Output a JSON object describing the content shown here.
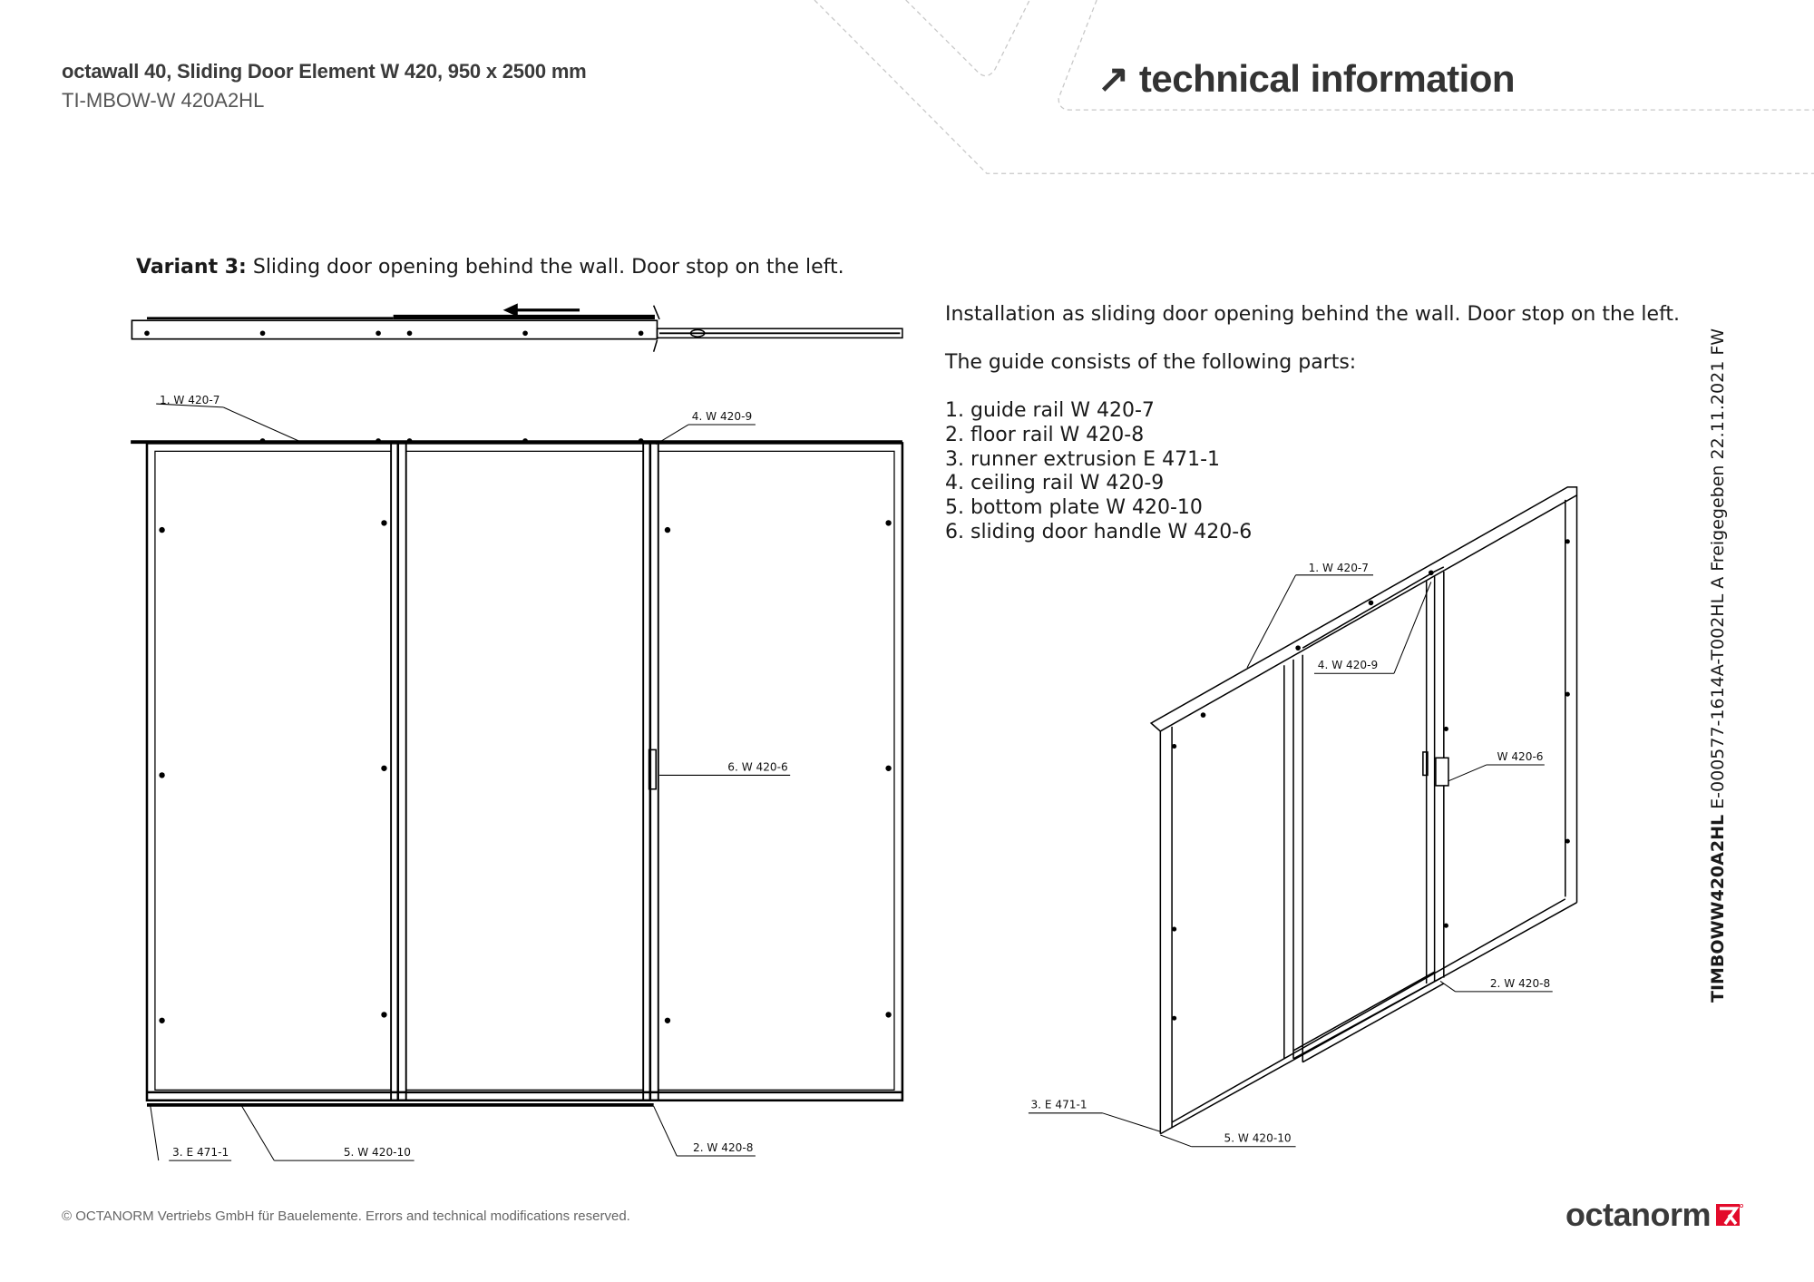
{
  "header": {
    "title": "octawall 40, Sliding Door Element W 420, 950 x 2500 mm",
    "code": "TI-MBOW-W 420A2HL",
    "section_arrow": "↗",
    "section_title": "technical information"
  },
  "variant": {
    "label": "Variant 3:",
    "text": "Sliding door opening behind the wall. Door stop on the left."
  },
  "description": {
    "intro": "Installation as sliding door opening behind the wall. Door stop on the left.",
    "parts_heading": "The guide consists of the following parts:",
    "parts": [
      "1. guide rail W 420-7",
      "2. floor rail W 420-8",
      "3. runner extrusion E 471-1",
      "4. ceiling rail W 420-9",
      "5. bottom plate W 420-10",
      "6. sliding door handle W 420-6"
    ]
  },
  "front_labels": {
    "l1": "1. W 420-7",
    "l4": "4. W 420-9",
    "l6": "6. W 420-6",
    "l3": "3. E 471-1",
    "l5": "5. W 420-10",
    "l2": "2. W 420-8"
  },
  "iso_labels": {
    "l1": "1. W 420-7",
    "l4": "4. W 420-9",
    "l6": "W 420-6",
    "l2": "2. W 420-8",
    "l3": "3. E 471-1",
    "l5": "5. W 420-10"
  },
  "side_stamp": {
    "bold": "TIMBOWW420A2HL",
    "rest": "E-000577-1614A-T002HL A Freigegeben 22.11.2021 FW"
  },
  "footer": {
    "copyright": "© OCTANORM Vertriebs GmbH für Bauelemente. Errors and technical modifications reserved.",
    "logo": "octanorm"
  },
  "colors": {
    "brand_red": "#e30b2b",
    "text_dark": "#333333"
  }
}
